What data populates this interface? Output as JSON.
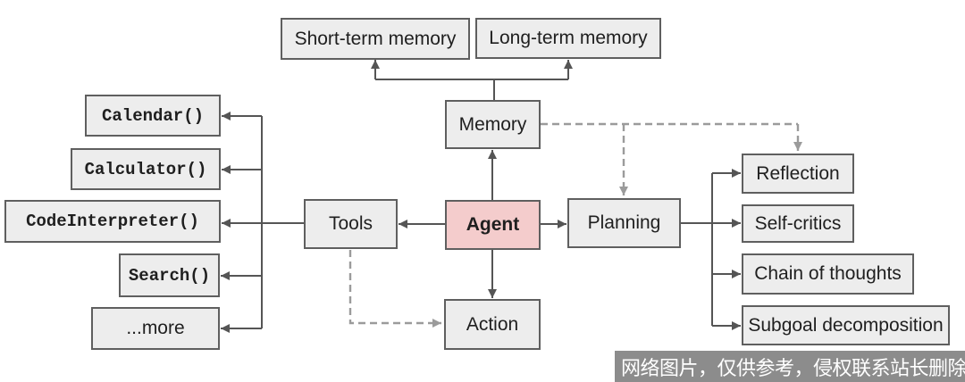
{
  "colors": {
    "node_fill": "#ededed",
    "node_border": "#5f5f5f",
    "agent_fill": "#f4cccc",
    "solid_line": "#555555",
    "dashed_line": "#9b9b9b",
    "watermark_bg": "#8c8c8c",
    "watermark_text_color": "#ffffff"
  },
  "nodes": {
    "short_term_memory": {
      "label": "Short-term memory"
    },
    "long_term_memory": {
      "label": "Long-term memory"
    },
    "memory": {
      "label": "Memory"
    },
    "tools": {
      "label": "Tools"
    },
    "agent": {
      "label": "Agent"
    },
    "planning": {
      "label": "Planning"
    },
    "action": {
      "label": "Action"
    },
    "calendar": {
      "label": "Calendar()"
    },
    "calculator": {
      "label": "Calculator()"
    },
    "code_interpreter": {
      "label": "CodeInterpreter()"
    },
    "search": {
      "label": "Search()"
    },
    "more": {
      "label": "...more"
    },
    "reflection": {
      "label": "Reflection"
    },
    "self_critics": {
      "label": "Self-critics"
    },
    "chain_of_thoughts": {
      "label": "Chain of thoughts"
    },
    "subgoal_decomposition": {
      "label": "Subgoal decomposition"
    }
  },
  "watermark": {
    "text": "网络图片，仅供参考，侵权联系站长删除"
  }
}
